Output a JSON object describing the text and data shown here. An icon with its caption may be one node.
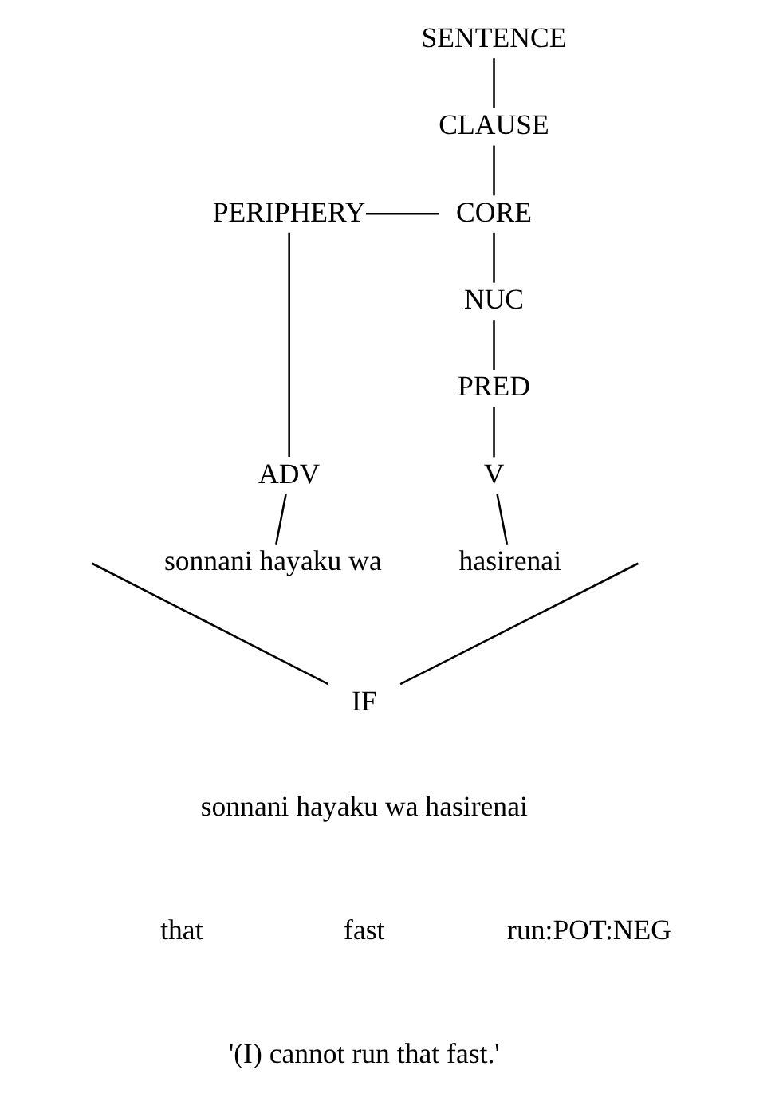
{
  "diagram": {
    "nodes": [
      {
        "text": [
          "SENTENCE"
        ]
      },
      {
        "text": [
          "CLAUSE"
        ]
      },
      {
        "text": [
          "PERIPHERY"
        ]
      },
      {
        "text": [
          "CORE"
        ]
      },
      {
        "text": [
          "NUC"
        ]
      },
      {
        "text": [
          "PRED"
        ]
      },
      {
        "text": [
          "ADV"
        ]
      },
      {
        "text": [
          "V"
        ]
      },
      {
        "text": [
          "sonnani hayaku wa"
        ]
      },
      {
        "text": [
          "hasirenai"
        ]
      },
      {
        "text": [
          "IF"
        ]
      }
    ],
    "edges": [
      {
        "from": 0,
        "to": 1,
        "arrow": "none"
      },
      {
        "from": 1,
        "to": 3,
        "arrow": "none"
      },
      {
        "from": 2,
        "to": 3,
        "arrow": "none"
      },
      {
        "from": 3,
        "to": 4,
        "arrow": "none"
      },
      {
        "from": 4,
        "to": 5,
        "arrow": "none"
      },
      {
        "from": 5,
        "to": 7,
        "arrow": "none"
      },
      {
        "from": 2,
        "to": 6,
        "arrow": "none"
      },
      {
        "from": 6,
        "to": 8,
        "arrow": "none"
      },
      {
        "from": 7,
        "to": 9,
        "arrow": "none"
      },
      {
        "from": null,
        "to": 10,
        "arrow": "none"
      },
      {
        "from": null,
        "to": 10,
        "arrow": "none"
      }
    ],
    "labels": [
      "sonnani hayaku wa hasirenai",
      "that",
      "fast",
      "run:POT:NEG",
      "'(I) cannot run that fast.'"
    ]
  }
}
